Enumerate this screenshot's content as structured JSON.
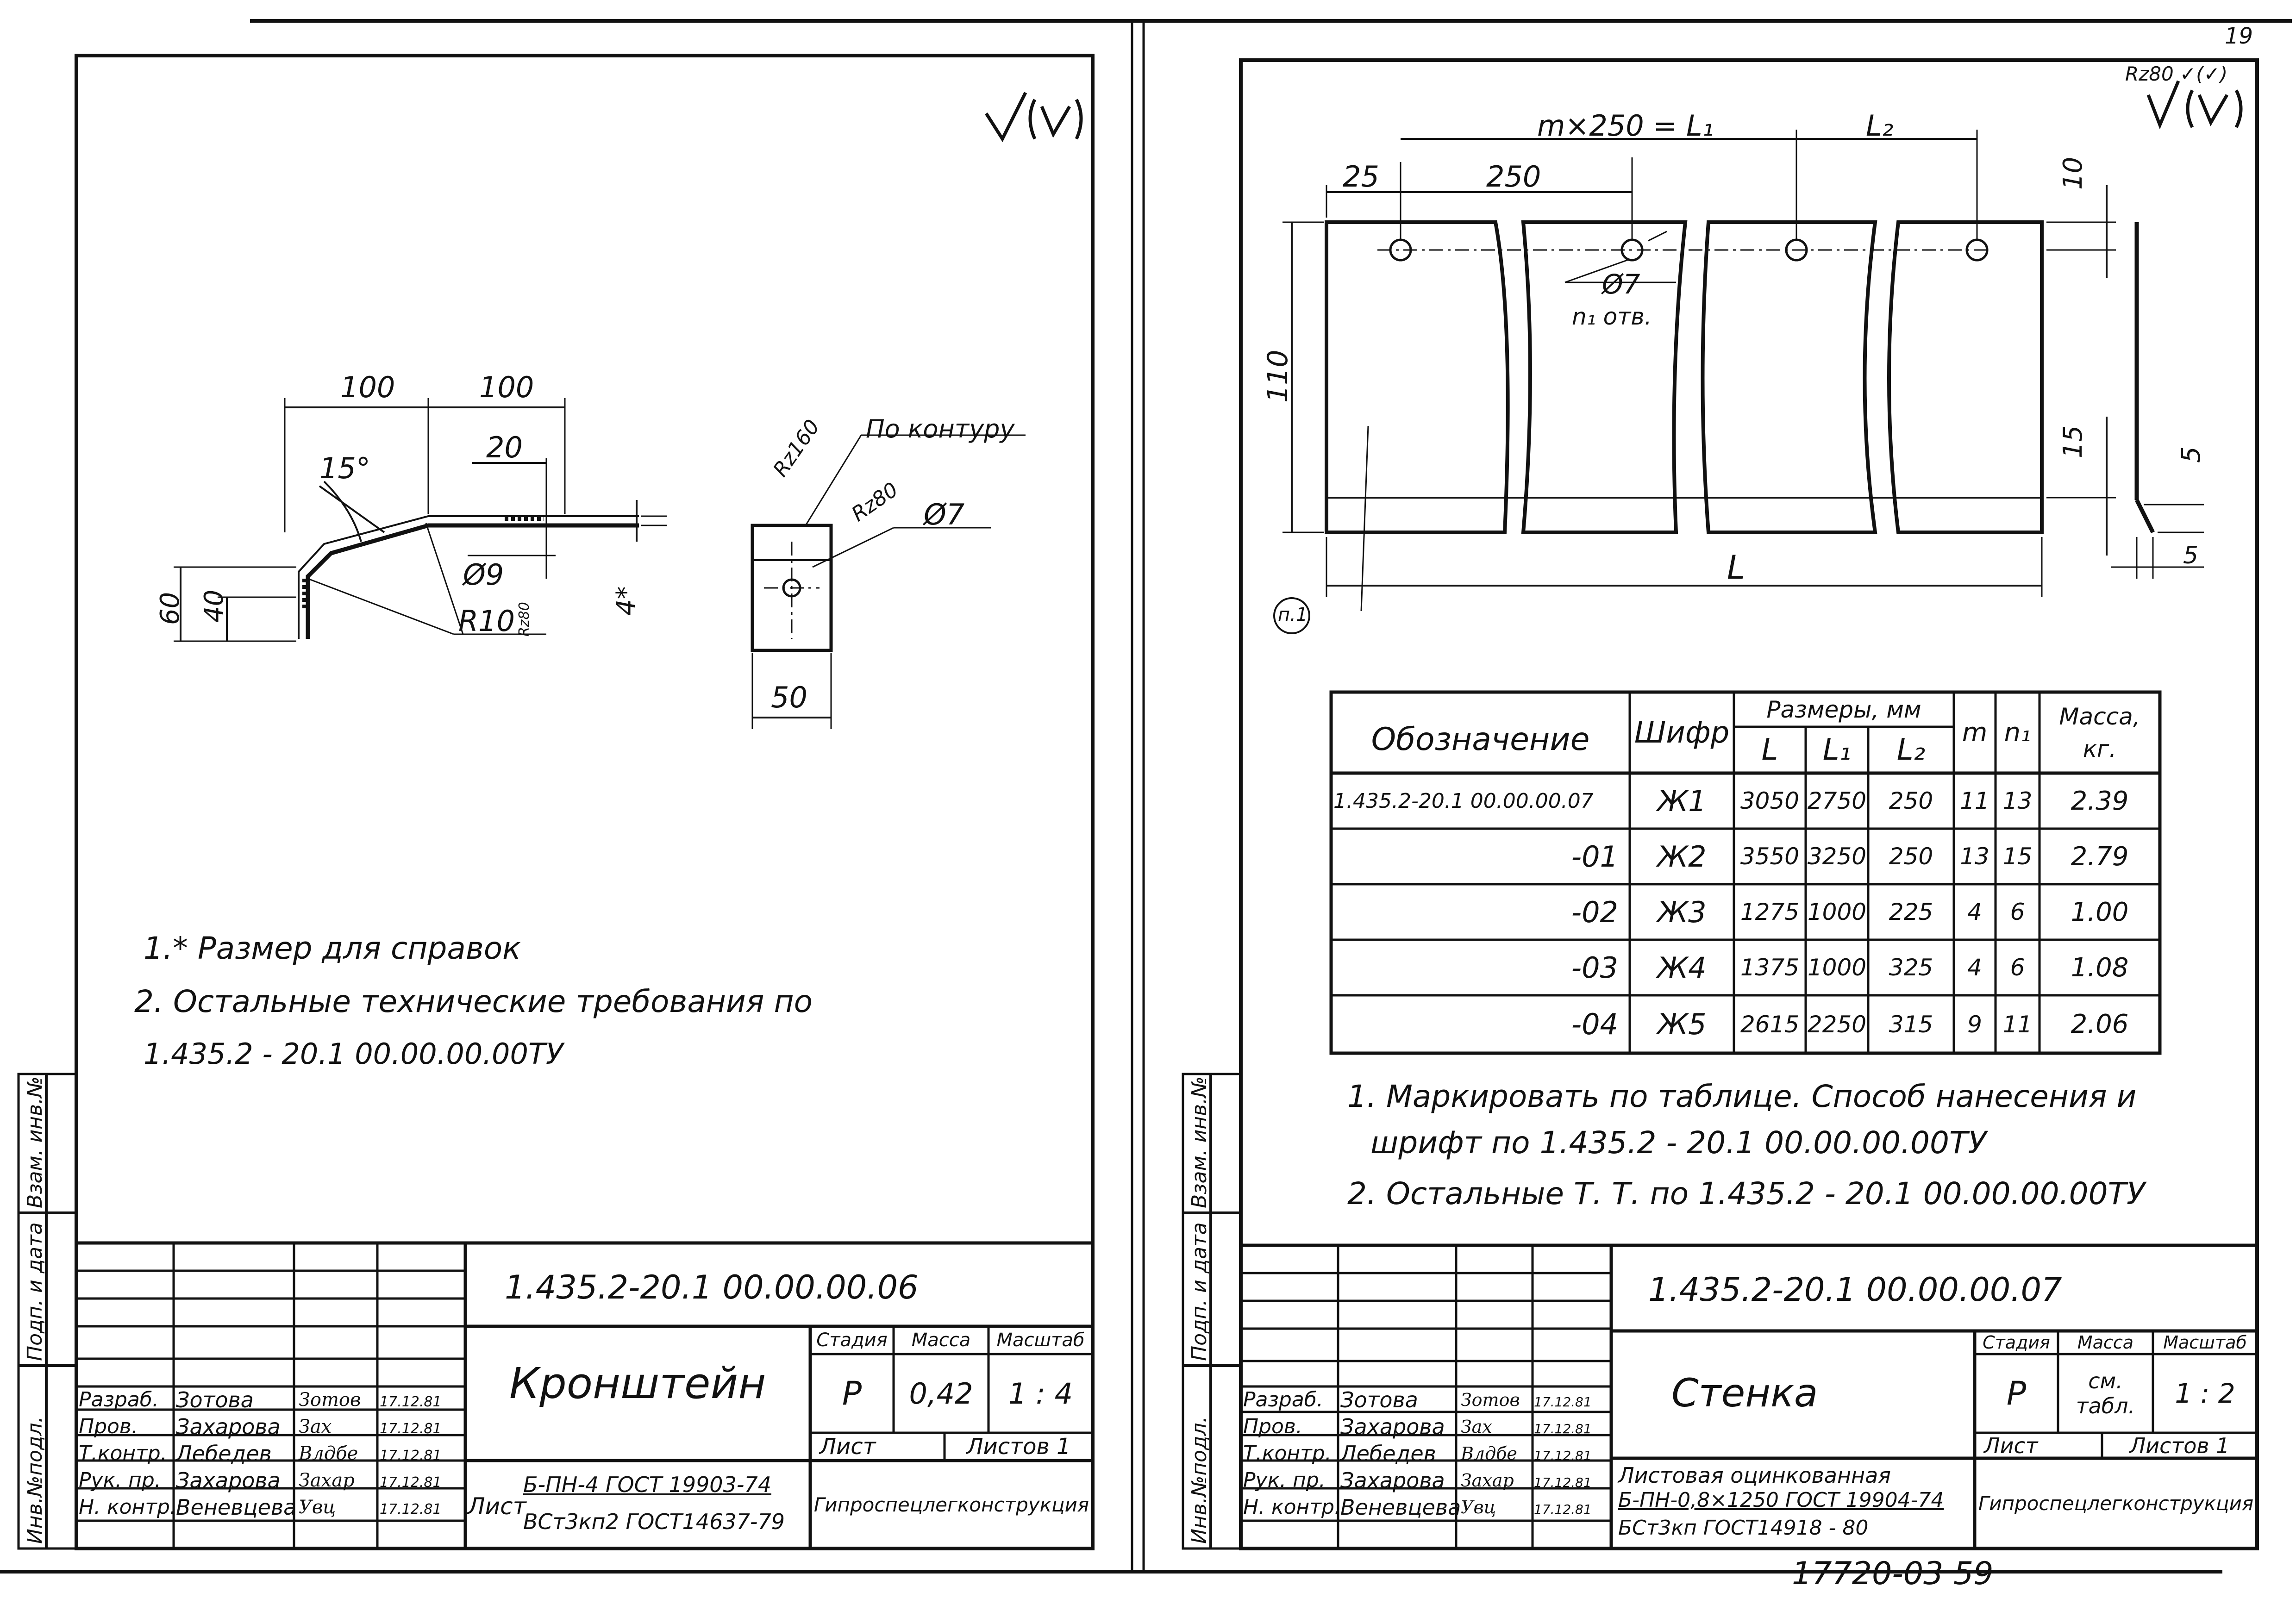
{
  "page_number_top": "19",
  "left_sheet": {
    "surface_mark": "✓(✓)",
    "dims": {
      "d100a": "100",
      "d100b": "100",
      "d20": "20",
      "angle": "15°",
      "d60": "60",
      "d40": "40",
      "d4": "4*",
      "dia9": "Ø9",
      "r10": "R10",
      "rz80a": "Rz80",
      "rz160": "Rz160",
      "rz80b": "Rz80",
      "contour": "По контуру",
      "dia7": "Ø7",
      "d50": "50"
    },
    "notes": [
      "1.* Размер для справок",
      "2. Остальные   технические  требования  по",
      "1.435.2 - 20.1 00.00.00.00ТУ"
    ],
    "side_labels": [
      "Инв.№подл.",
      "Подп. и дата",
      "Взам. инв.№"
    ],
    "title_block": {
      "designation": "1.435.2-20.1 00.00.00.06",
      "name": "Кронштейн",
      "hdr_stage": "Стадия",
      "hdr_mass": "Масса",
      "hdr_scale": "Масштаб",
      "stage": "Р",
      "mass": "0,42",
      "scale": "1 : 4",
      "sheet_label": "Лист",
      "sheets_label": "Листов 1",
      "material_prefix": "Лист",
      "material_top": "Б-ПН-4 ГОСТ 19903-74",
      "material_bottom": "ВСт3кп2 ГОСТ14637-79",
      "org": "Гипроспецлегконструкция",
      "roles": [
        "Разраб.",
        "Пров.",
        "Т.контр.",
        "Рук. пр.",
        "Н. контр."
      ],
      "names": [
        "Зотова",
        "Захарова",
        "Лебедев",
        "Захарова",
        "Веневцева"
      ],
      "signatures": [
        "Зотов",
        "Зах",
        "Влдбе",
        "Захар",
        "Увц"
      ],
      "dates": [
        "17.12.81",
        "17.12.81",
        "17.12.81",
        "17.12.81",
        "17.12.81"
      ]
    }
  },
  "right_sheet": {
    "surface_mark": "Rz80  ✓(✓)",
    "dims": {
      "mx250": "m×250 = L₁",
      "l2": "L₂",
      "d25": "25",
      "d250": "250",
      "dia7": "Ø7",
      "holes": "n₁ отв.",
      "d110": "110",
      "d10": "10",
      "d15": "15",
      "d5a": "5",
      "d5b": "5",
      "L": "L",
      "pos": "п.1"
    },
    "table": {
      "headers": {
        "designation": "Обозначение",
        "code": "Шифр",
        "sizes": "Размеры, мм",
        "L": "L",
        "L1": "L₁",
        "L2": "L₂",
        "m": "m",
        "n1": "n₁",
        "mass": "Масса, кг."
      },
      "rows": [
        {
          "designation": "1.435.2-20.1 00.00.00.07",
          "code": "Ж1",
          "L": "3050",
          "L1": "2750",
          "L2": "250",
          "m": "11",
          "n1": "13",
          "mass": "2.39"
        },
        {
          "designation": "-01",
          "code": "Ж2",
          "L": "3550",
          "L1": "3250",
          "L2": "250",
          "m": "13",
          "n1": "15",
          "mass": "2.79"
        },
        {
          "designation": "-02",
          "code": "Ж3",
          "L": "1275",
          "L1": "1000",
          "L2": "225",
          "m": "4",
          "n1": "6",
          "mass": "1.00"
        },
        {
          "designation": "-03",
          "code": "Ж4",
          "L": "1375",
          "L1": "1000",
          "L2": "325",
          "m": "4",
          "n1": "6",
          "mass": "1.08"
        },
        {
          "designation": "-04",
          "code": "Ж5",
          "L": "2615",
          "L1": "2250",
          "L2": "315",
          "m": "9",
          "n1": "11",
          "mass": "2.06"
        }
      ]
    },
    "notes": [
      "1. Маркировать   по таблице. Способ нанесения  и",
      "шрифт  по    1.435.2 - 20.1 00.00.00.00ТУ",
      "2. Остальные Т. Т.   по  1.435.2 - 20.1  00.00.00.00ТУ"
    ],
    "side_labels": [
      "Инв.№подл.",
      "Подп. и дата",
      "Взам. инв.№"
    ],
    "title_block": {
      "designation": "1.435.2-20.1 00.00.00.07",
      "name": "Стенка",
      "hdr_stage": "Стадия",
      "hdr_mass": "Масса",
      "hdr_scale": "Масштаб",
      "stage": "Р",
      "mass": "см. табл.",
      "scale": "1 : 2",
      "sheet_label": "Лист",
      "sheets_label": "Листов 1",
      "material_top": "Листовая оцинкованная",
      "material_mid": "Б-ПН-0,8×1250 ГОСТ 19904-74",
      "material_bottom": "БСт3кп ГОСТ14918 - 80",
      "org": "Гипроспецлегконструкция",
      "roles": [
        "Разраб.",
        "Пров.",
        "Т.контр.",
        "Рук. пр.",
        "Н. контр."
      ],
      "names": [
        "Зотова",
        "Захарова",
        "Лебедев",
        "Захарова",
        "Веневцева"
      ],
      "signatures": [
        "Зотов",
        "Зах",
        "Влдбе",
        "Захар",
        "Увц"
      ],
      "dates": [
        "17.12.81",
        "17.12.81",
        "17.12.81",
        "17.12.81",
        "17.12.81"
      ]
    }
  },
  "archive_number": "17720-03  59"
}
